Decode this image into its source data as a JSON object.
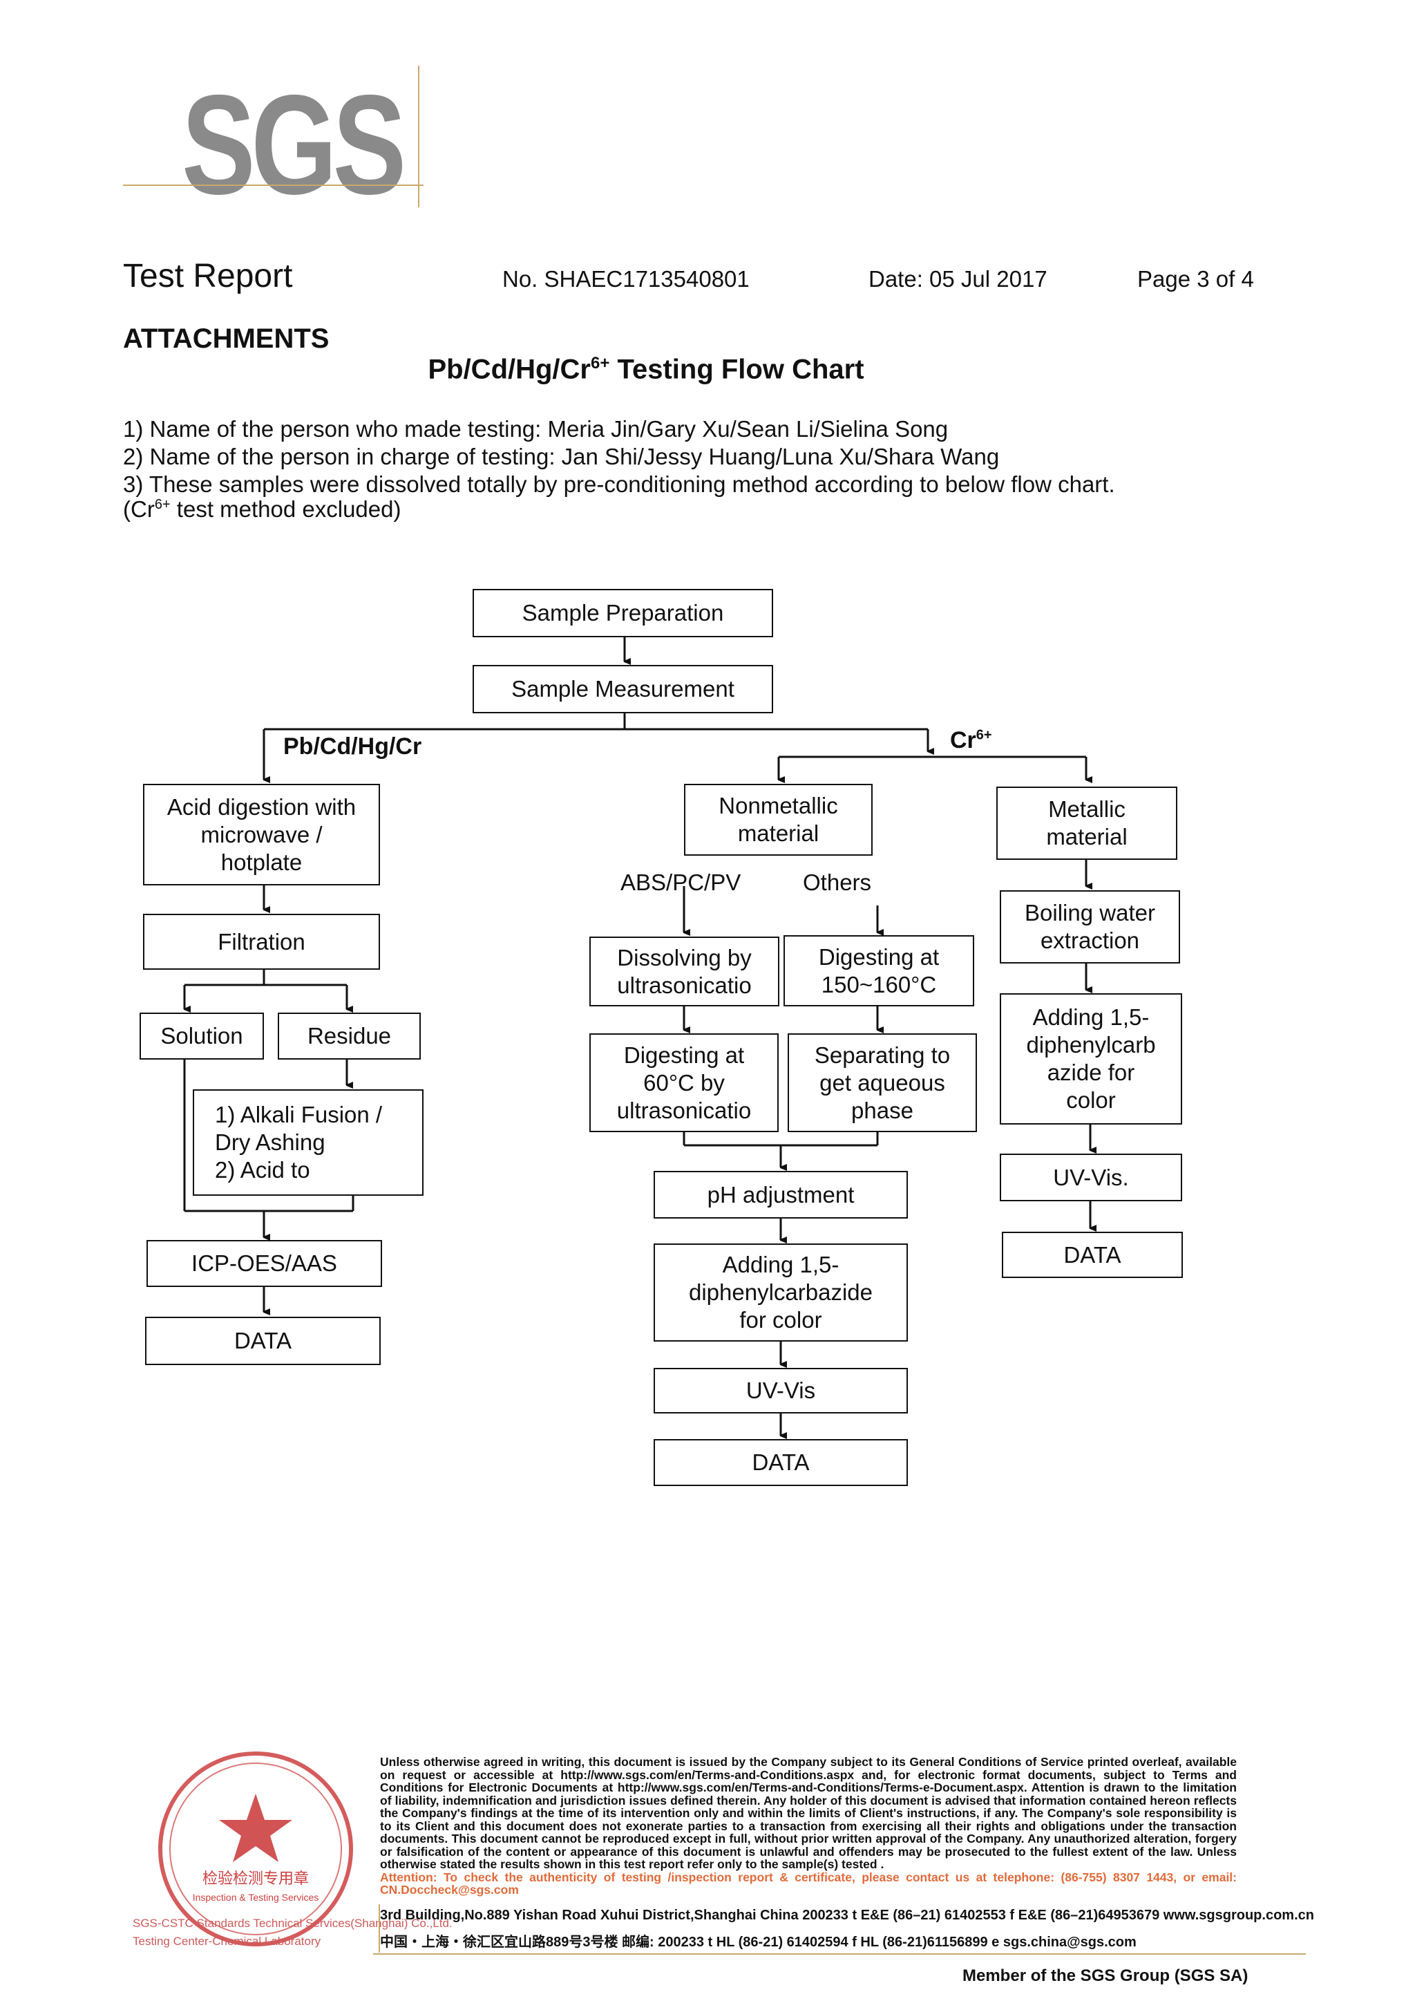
{
  "header": {
    "logo_text": "SGS",
    "report_title": "Test Report",
    "report_no": "No. SHAEC1713540801",
    "date": "Date: 05 Jul 2017",
    "page": "Page 3 of 4"
  },
  "attachments": "ATTACHMENTS",
  "flow_title_main": "Pb/Cd/Hg/Cr",
  "flow_title_sup": "6+",
  "flow_title_rest": " Testing Flow Chart",
  "notes": {
    "n1": "1) Name of the person who made testing: Meria Jin/Gary Xu/Sean Li/Sielina Song",
    "n2": "2) Name of the person in charge of testing: Jan Shi/Jessy Huang/Luna Xu/Shara Wang",
    "n3": "3) These samples were dissolved totally by pre-conditioning method according to below flow chart.",
    "n4_pre": "(Cr",
    "n4_sup": "6+",
    "n4_post": " test method excluded)"
  },
  "flow": {
    "sample_prep": "Sample Preparation",
    "sample_meas": "Sample Measurement",
    "branch_left": "Pb/Cd/Hg/Cr",
    "branch_right": "Cr",
    "branch_right_sup": "6+",
    "acid_digestion": "Acid digestion with\nmicrowave /\nhotplate",
    "filtration": "Filtration",
    "solution": "Solution",
    "residue": "Residue",
    "alkali": "1) Alkali Fusion /\nDry Ashing\n2) Acid to",
    "icp": "ICP-OES/AAS",
    "data_left": "DATA",
    "nonmetallic": "Nonmetallic\nmaterial",
    "abs_label": "ABS/PC/PV",
    "others_label": "Others",
    "dissolving": "Dissolving by\nultrasonicatio",
    "digesting150": "Digesting at\n150~160°C",
    "digesting60": "Digesting at\n60°C by\nultrasonicatio",
    "separating": "Separating to\nget aqueous\nphase",
    "ph": "pH adjustment",
    "adding_mid": "Adding 1,5-\ndiphenylcarbazide\nfor color",
    "uvvis_mid": "UV-Vis",
    "data_mid": "DATA",
    "metallic": "Metallic\nmaterial",
    "boiling": "Boiling water\nextraction",
    "adding_right": "Adding 1,5-\ndiphenylcarb\nazide for\ncolor",
    "uvvis_right": "UV-Vis.",
    "data_right": "DATA"
  },
  "footer": {
    "disclaimer": "Unless otherwise agreed in writing, this document is issued by the Company subject to its General Conditions of Service printed overleaf, available on request or accessible at http://www.sgs.com/en/Terms-and-Conditions.aspx and, for electronic format documents, subject to Terms and Conditions for Electronic Documents at http://www.sgs.com/en/Terms-and-Conditions/Terms-e-Document.aspx. Attention is drawn to the limitation of liability, indemnification and jurisdiction issues defined therein. Any holder of this document is advised that information contained hereon reflects the Company's findings at the time of its intervention only and within the limits of Client's instructions, if any. The Company's sole responsibility is to its Client and this document does not exonerate parties to a transaction from exercising all their rights and obligations under the transaction documents. This document cannot be reproduced except in full, without prior written approval of the Company. Any unauthorized alteration, forgery or falsification of the content or appearance of this document is unlawful and offenders may be prosecuted to the fullest extent of the law. Unless otherwise stated the results shown in this test report refer only to the sample(s) tested .",
    "attention": "Attention: To check the authenticity of testing /inspection report & certificate, please contact us at telephone: (86-755) 8307 1443, or email: CN.Doccheck@sgs.com",
    "address_en": "3rd Building,No.889 Yishan Road Xuhui District,Shanghai China   200233      t E&E (86–21) 61402553   f E&E (86–21)64953679     www.sgsgroup.com.cn",
    "address_cn": "中国・上海・徐汇区宜山路889号3号楼    邮编: 200233      t HL (86-21) 61402594   f HL (86-21)61156899     e  sgs.china@sgs.com",
    "member": "Member of the SGS Group (SGS SA)",
    "stamp_center": "检验检测专用章",
    "stamp_en": "Inspection & Testing Services",
    "stamp_side1": "SGS-CSTC Standards Technical Services(Shanghai) Co.,Ltd.",
    "stamp_side2": "Testing Center-Chemical Laboratory"
  },
  "colors": {
    "stamp_red": "#cc4040",
    "logo_grey": "#8a8a8a",
    "gold_rule": "#c9a86a",
    "attention_orange": "#e06b3a"
  }
}
